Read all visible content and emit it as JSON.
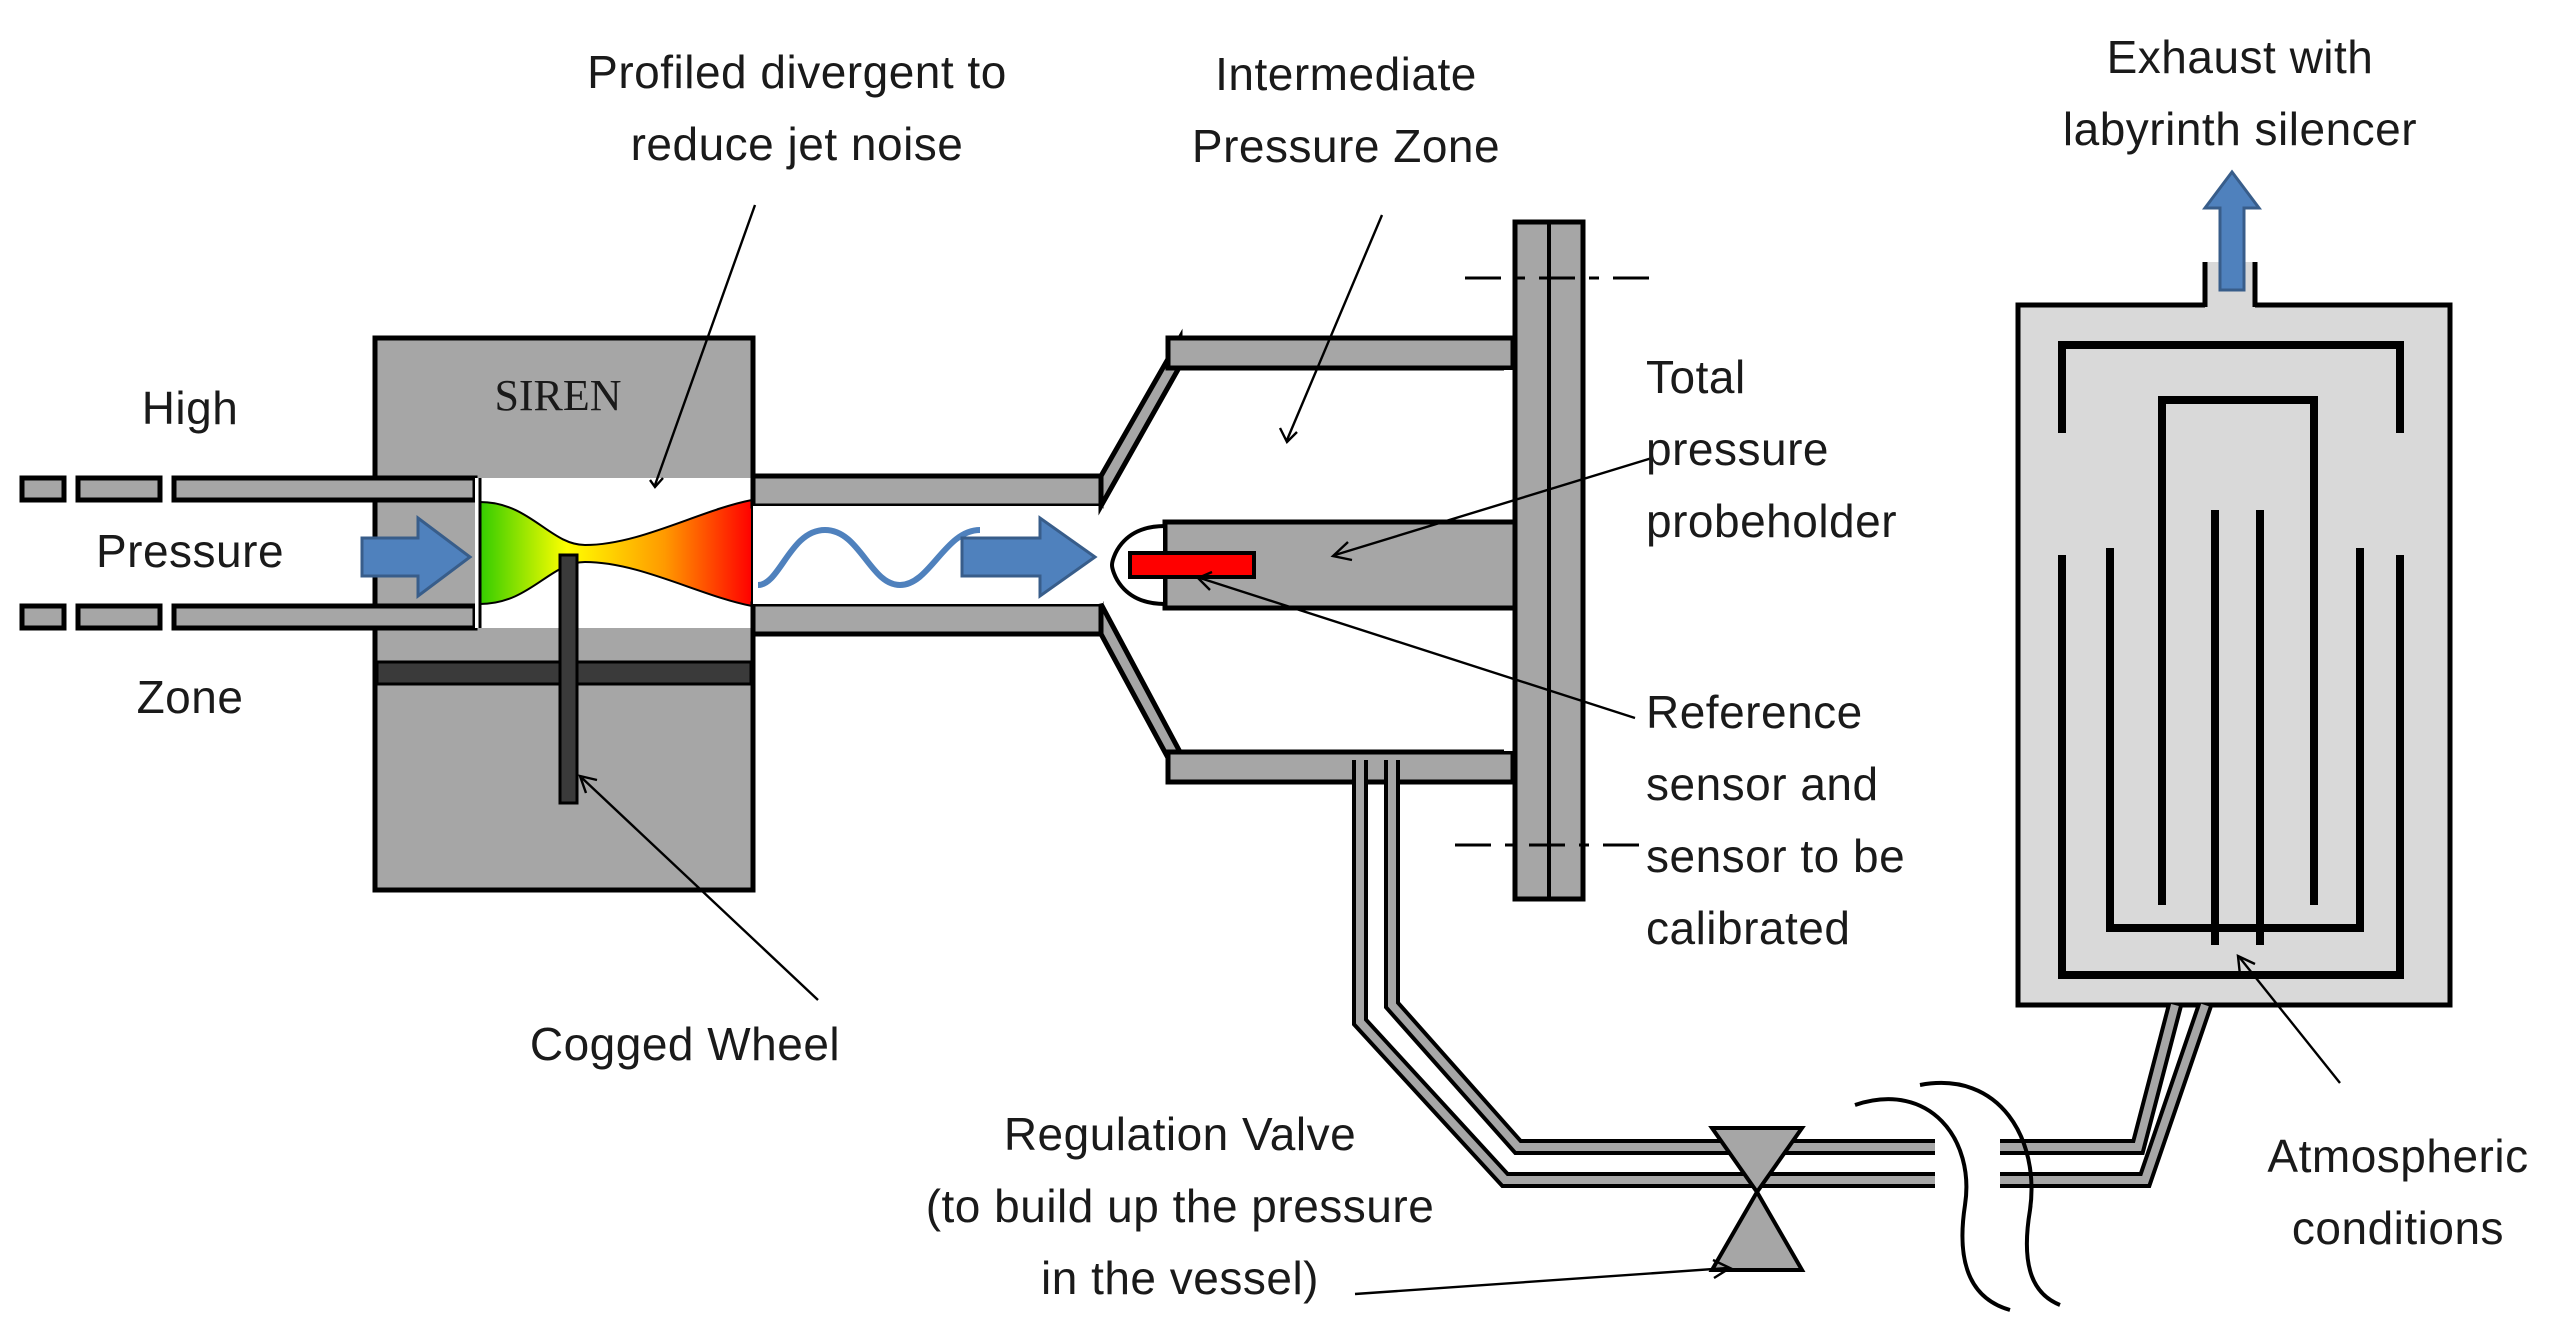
{
  "labels": {
    "high_pressure_zone": [
      "High",
      "Pressure",
      "Zone"
    ],
    "siren": "SIREN",
    "profiled_divergent": [
      "Profiled divergent to",
      "reduce jet noise"
    ],
    "intermediate_zone": [
      "Intermediate",
      "Pressure Zone"
    ],
    "exhaust": [
      "Exhaust with",
      "labyrinth silencer"
    ],
    "probeholder": [
      "Total",
      "pressure",
      "probeholder"
    ],
    "reference_sensor": [
      "Reference",
      "sensor and",
      "sensor to be",
      "calibrated"
    ],
    "cogged_wheel": "Cogged Wheel",
    "regulation_valve": [
      "Regulation Valve",
      "(to build up the pressure",
      "in the vessel)"
    ],
    "atmospheric": [
      "Atmospheric",
      "conditions"
    ]
  },
  "colors": {
    "wall": "#a6a6a6",
    "silencer_fill": "#d9d9d9",
    "flow_arrow": "#4f81bd",
    "sensor": "#ff0000",
    "nozzle_gradient": [
      "#33cc00",
      "#ffff00",
      "#ff9900",
      "#ff0000"
    ],
    "wave": "#4f81bd"
  },
  "icons": {
    "flow_arrow": "flow-arrow-icon",
    "exhaust_arrow": "exhaust-up-arrow-icon",
    "valve": "valve-icon"
  }
}
